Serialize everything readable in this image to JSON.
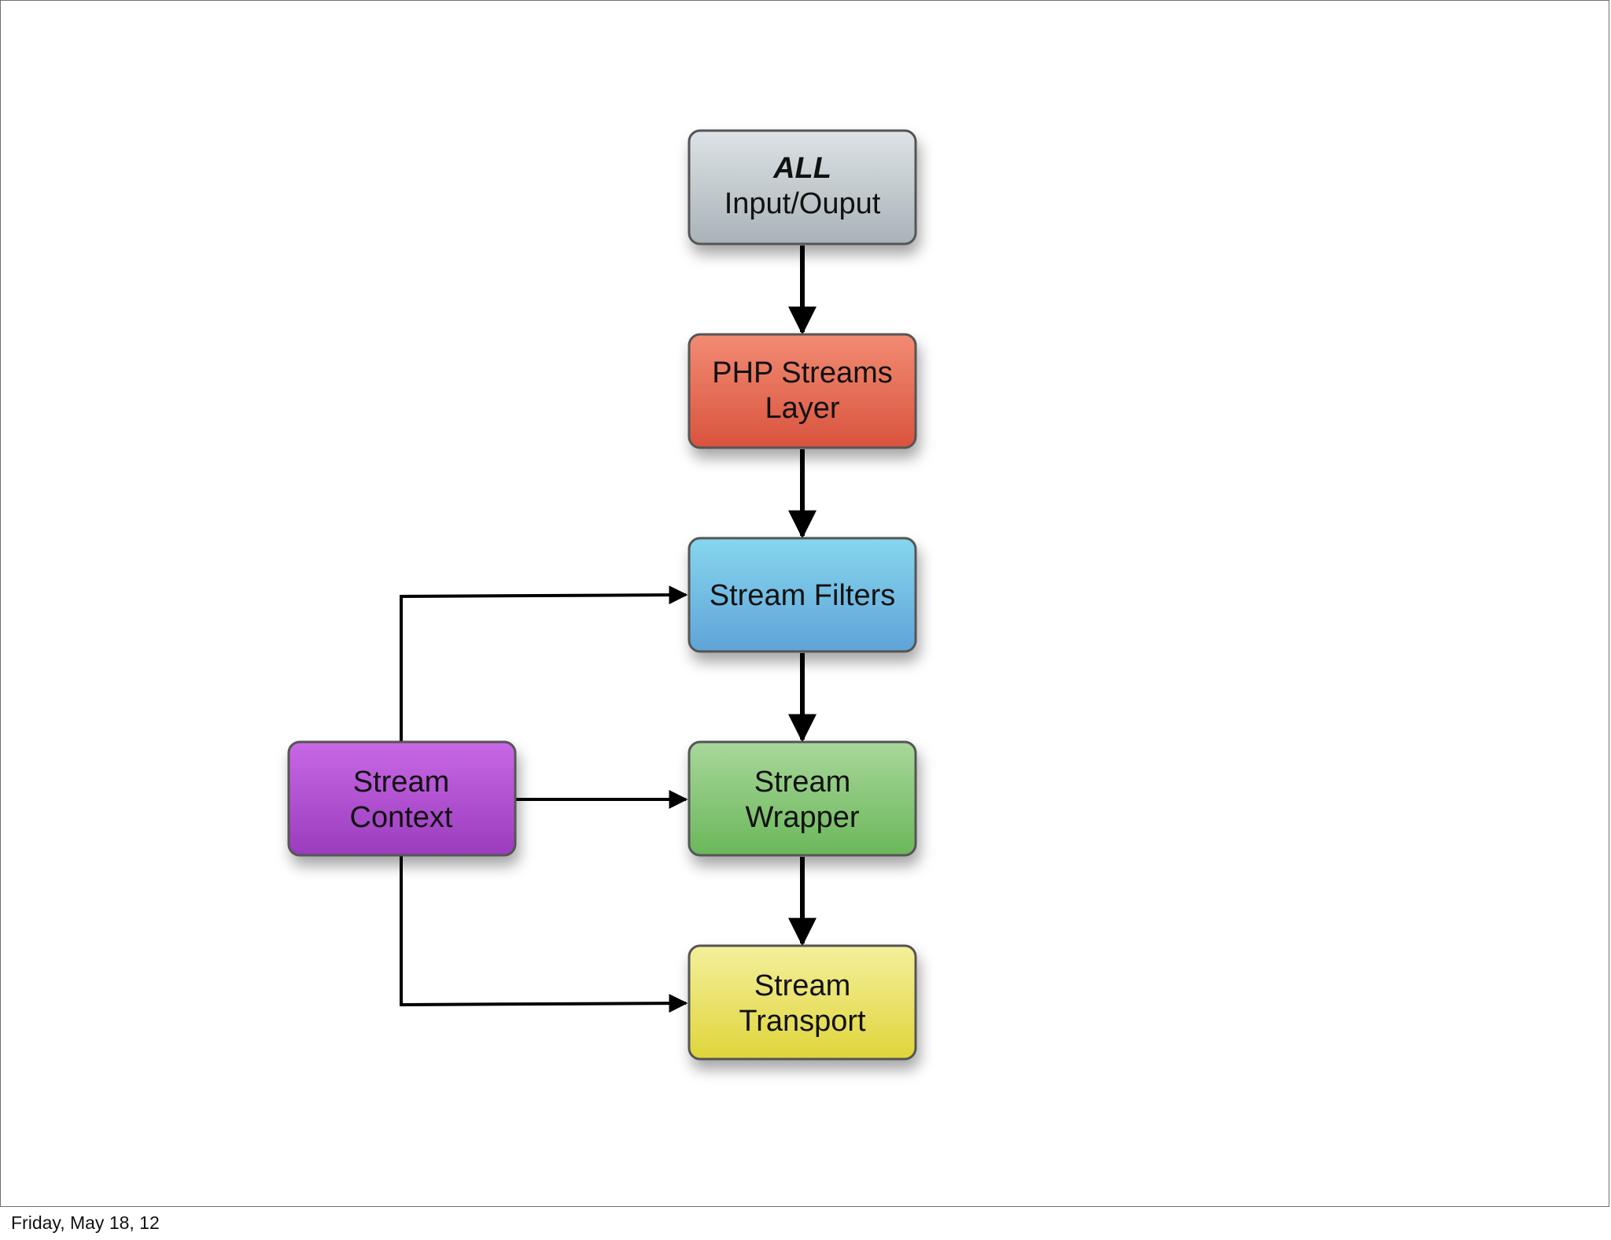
{
  "nodes": {
    "all_io": {
      "line1": "ALL",
      "line2": "Input/Ouput",
      "color_top": "#dde3e6",
      "color_bottom": "#a9b3b8"
    },
    "php_streams": {
      "line1": "PHP Streams",
      "line2": "Layer",
      "color_top": "#f28b73",
      "color_bottom": "#d9533d"
    },
    "stream_filters": {
      "line1": "Stream Filters",
      "color_top": "#86d6ee",
      "color_bottom": "#5fa4d8"
    },
    "stream_wrapper": {
      "line1": "Stream",
      "line2": "Wrapper",
      "color_top": "#a8d79a",
      "color_bottom": "#6bb75a"
    },
    "stream_transport": {
      "line1": "Stream",
      "line2": "Transport",
      "color_top": "#f4ef9c",
      "color_bottom": "#dfd53a"
    },
    "stream_context": {
      "line1": "Stream",
      "line2": "Context",
      "color_top": "#c868e6",
      "color_bottom": "#9a3cbd"
    }
  },
  "footer": {
    "date": "Friday, May 18, 12"
  }
}
